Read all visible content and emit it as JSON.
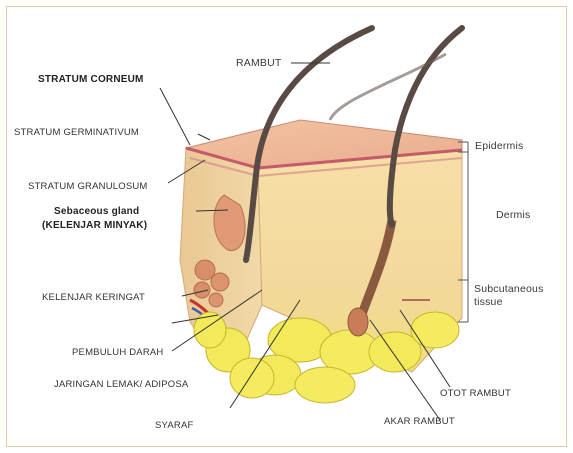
{
  "labels": {
    "rambut": "RAMBUT",
    "stratum_corneum": "STRATUM CORNEUM",
    "stratum_germinativum": "STRATUM GERMINATIVUM",
    "stratum_granulosum": "STRATUM GRANULOSUM",
    "sebaceous_gland": "Sebaceous gland",
    "kelenjar_minyak": "(KELENJAR MINYAK)",
    "kelenjar_keringat": "KELENJAR KERINGAT",
    "pembuluh_darah": "PEMBULUH DARAH",
    "jaringan_lemak": "JARINGAN LEMAK/ ADIPOSA",
    "syaraf": "SYARAF",
    "akar_rambut": "AKAR RAMBUT",
    "otot_rambut": "OTOT RAMBUT",
    "epidermis": "Epidermis",
    "dermis": "Dermis",
    "subcutaneous_1": "Subcutaneous",
    "subcutaneous_2": "tissue"
  },
  "colors": {
    "epidermis": "#e8a796",
    "dermis": "#f4dba0",
    "fat": "#f2ea5a",
    "hair": "#5a4a44",
    "gland": "#d88c6c",
    "vessel_red": "#c8322e",
    "vessel_blue": "#3a5fb0"
  }
}
